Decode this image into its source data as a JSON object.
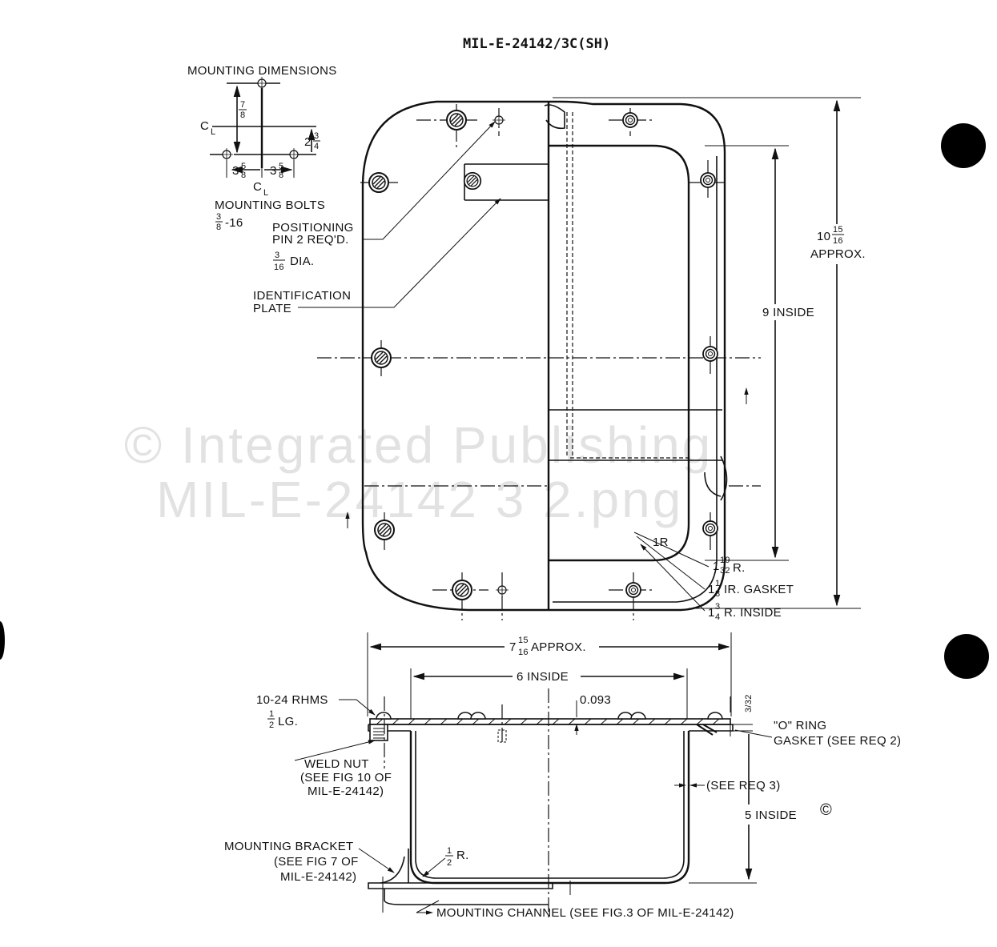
{
  "title": "MIL-E-24142/3C(SH)",
  "watermark": {
    "line1": "© Integrated Publishing",
    "line2": "MIL-E-24142 3 2.png"
  },
  "mounting": {
    "heading": "MOUNTING DIMENSIONS",
    "centerline_c": "C",
    "centerline_l": "L",
    "dim_top": {
      "num": "7",
      "den": "8"
    },
    "dim_right": {
      "whole": "2",
      "num": "3",
      "den": "4"
    },
    "dim_left_half": {
      "whole": "3",
      "num": "5",
      "den": "8"
    },
    "dim_right_half": {
      "whole": "3",
      "num": "5",
      "den": "8"
    },
    "bolts_label": "MOUNTING BOLTS",
    "bolts_size": {
      "num": "3",
      "den": "8",
      "suffix": "-16"
    }
  },
  "callouts": {
    "positioning_1": "POSITIONING",
    "positioning_2": "PIN  2 REQ'D.",
    "pin_dia": {
      "num": "3",
      "den": "16",
      "suffix": "DIA."
    },
    "ident_1": "IDENTIFICATION",
    "ident_2": "PLATE"
  },
  "top_view": {
    "overall_height": {
      "whole": "10",
      "num": "15",
      "den": "16"
    },
    "approx": "APPROX.",
    "inside_height": "9 INSIDE",
    "radius_1r": "1R",
    "radius_a": {
      "whole": "1",
      "num": "19",
      "den": "32",
      "suffix": "R."
    },
    "radius_b": {
      "whole": "1",
      "num": "1",
      "den": "8",
      "suffix": "IR. GASKET"
    },
    "radius_c": {
      "whole": "1",
      "num": "3",
      "den": "4",
      "suffix": "R. INSIDE"
    }
  },
  "section_view": {
    "overall_width": {
      "whole": "7",
      "num": "15",
      "den": "16",
      "suffix": "APPROX."
    },
    "inside_width": "6 INSIDE",
    "screw_1": "10-24 RHMS",
    "screw_2": {
      "num": "1",
      "den": "2",
      "suffix": "LG."
    },
    "thickness": "0.093",
    "flange_dim": "3/32",
    "oring_1": "\"O\" RING",
    "oring_2": "GASKET (SEE REQ 2)",
    "weld_1": "WELD NUT",
    "weld_2": "(SEE FIG 10 OF",
    "weld_3": "MIL-E-24142)",
    "see_req3": "(SEE REQ 3)",
    "inside_depth": "5 INSIDE",
    "copyright": "©",
    "bracket_1": "MOUNTING BRACKET",
    "bracket_2": "(SEE FIG 7 OF",
    "bracket_3": "MIL-E-24142)",
    "inner_radius": {
      "num": "1",
      "den": "2",
      "suffix": "R."
    },
    "channel": "MOUNTING CHANNEL (SEE FIG.3 OF MIL-E-24142)"
  }
}
